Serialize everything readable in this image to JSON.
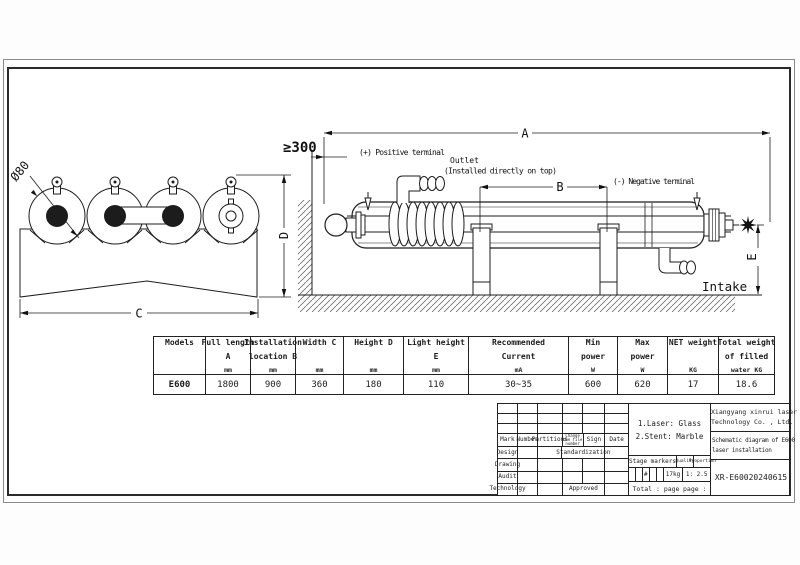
{
  "drawing": {
    "left_view": {
      "diameter_label": "Ø80",
      "dim_width": "C",
      "dim_height": "D"
    },
    "side_view": {
      "dim_full_length": "A",
      "dim_install": "B",
      "dim_light_height": "E",
      "min_wall_distance": "≥300",
      "positive_terminal": "(+) Positive terminal",
      "outlet": "Outlet",
      "outlet_note": "(Installed directly on top)",
      "negative_terminal": "(-) Negative terminal",
      "intake": "Intake"
    }
  },
  "table": {
    "columns": [
      {
        "lines": [
          "Models"
        ],
        "unit": ""
      },
      {
        "lines": [
          "Full length",
          "A"
        ],
        "unit": "mm"
      },
      {
        "lines": [
          "Installation",
          "location B"
        ],
        "unit": "mm"
      },
      {
        "lines": [
          "Width C"
        ],
        "unit": "mm"
      },
      {
        "lines": [
          "Height D"
        ],
        "unit": "mm"
      },
      {
        "lines": [
          "Light height",
          "E"
        ],
        "unit": "mm"
      },
      {
        "lines": [
          "Recommended",
          "Current"
        ],
        "unit": "mA"
      },
      {
        "lines": [
          "Min",
          "power"
        ],
        "unit": "W"
      },
      {
        "lines": [
          "Max",
          "power"
        ],
        "unit": "W"
      },
      {
        "lines": [
          "NET weight"
        ],
        "unit": "KG"
      },
      {
        "lines": [
          "Total weight",
          "of filled"
        ],
        "unit": "water KG"
      }
    ],
    "row": [
      "E600",
      "1800",
      "900",
      "360",
      "180",
      "110",
      "30~35",
      "600",
      "620",
      "17",
      "18.6"
    ]
  },
  "title_block": {
    "revision_headers": [
      "Mark",
      "Number",
      "Partitions",
      "Change the file number",
      "Sign",
      "Date"
    ],
    "role_rows": [
      "Design",
      "Drawing",
      "Audit",
      "Technology"
    ],
    "standardization_label": "Standardization",
    "approved_label": "Approved",
    "notes": [
      "1.Laser: Glass",
      "2.Stent: Marble"
    ],
    "stage_headers": [
      "Stage markers",
      "Quality",
      "Proportion"
    ],
    "stage_marker_value": "#",
    "quality_value": "17kg",
    "proportion_value": "1: 2.5",
    "total_label": "Total : page",
    "page_label": "page :",
    "company_lines": [
      "Xiangyang xinrui laser",
      "Technology Co. , Ltd."
    ],
    "title_lines": [
      "Schematic diagram of E600",
      "laser installation"
    ],
    "drawing_number": "XR-E60020240615"
  }
}
